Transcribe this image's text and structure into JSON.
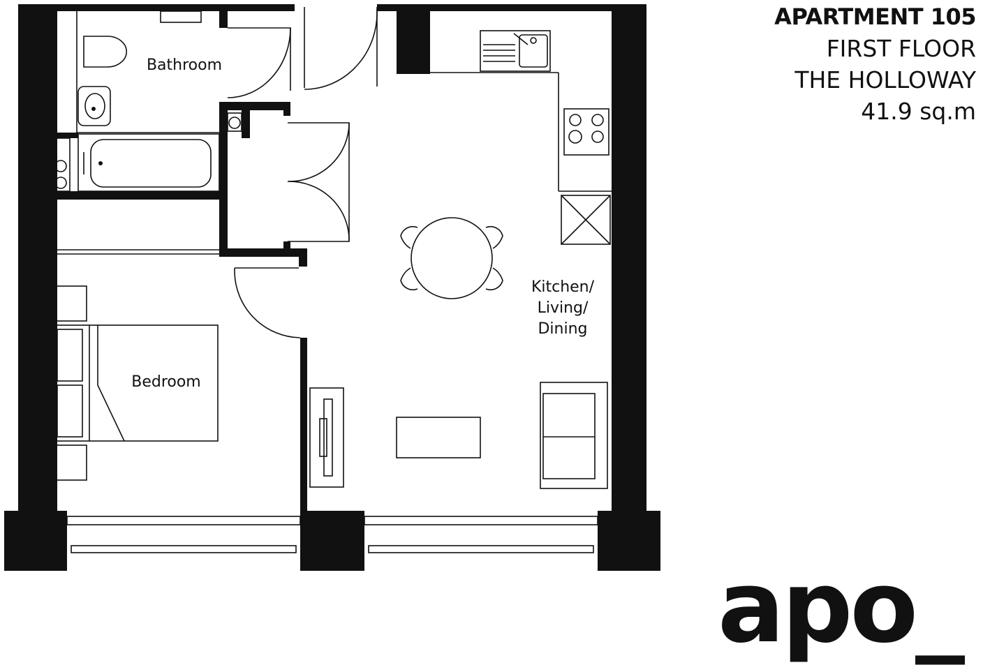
{
  "title": {
    "apartment": "APARTMENT 105",
    "floor": "FIRST FLOOR",
    "building": "THE HOLLOWAY",
    "area": "41.9 sq.m"
  },
  "rooms": {
    "bathroom": "Bathroom",
    "bedroom": "Bedroom",
    "kitchen_line1": "Kitchen/",
    "kitchen_line2": "Living/",
    "kitchen_line3": "Dining"
  },
  "logo": {
    "text": "apo_"
  }
}
